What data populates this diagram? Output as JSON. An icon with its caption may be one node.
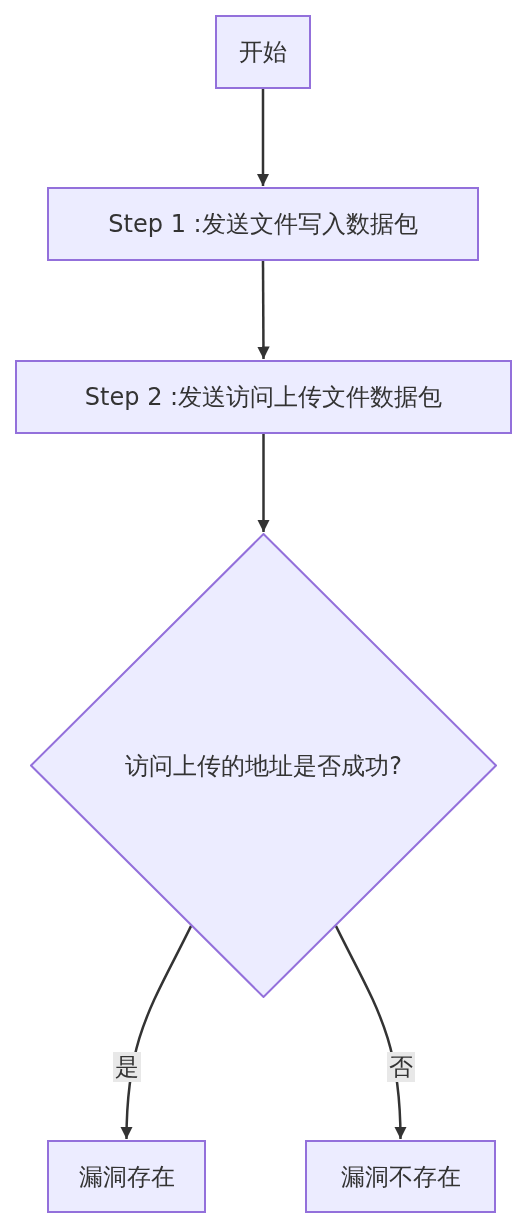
{
  "diagram": {
    "nodes": [
      {
        "text": [
          "开始"
        ]
      },
      {
        "text": [
          "Step 1 :发送文件写入数据包"
        ]
      },
      {
        "text": [
          "Step 2 :发送访问上传文件数据包"
        ]
      },
      {
        "text": [
          "访问上传的地址是否成功?"
        ]
      },
      {
        "text": [
          "漏洞存在"
        ]
      },
      {
        "text": [
          "漏洞不存在"
        ]
      }
    ],
    "edges": [
      {
        "from": 0,
        "to": 1,
        "arrow": "to"
      },
      {
        "from": 1,
        "to": 2,
        "arrow": "to"
      },
      {
        "from": 2,
        "to": 3,
        "arrow": "to"
      },
      {
        "from": 3,
        "to": 4,
        "arrow": "to",
        "label": "是"
      },
      {
        "from": 3,
        "to": 5,
        "arrow": "to",
        "label": "否"
      }
    ]
  }
}
